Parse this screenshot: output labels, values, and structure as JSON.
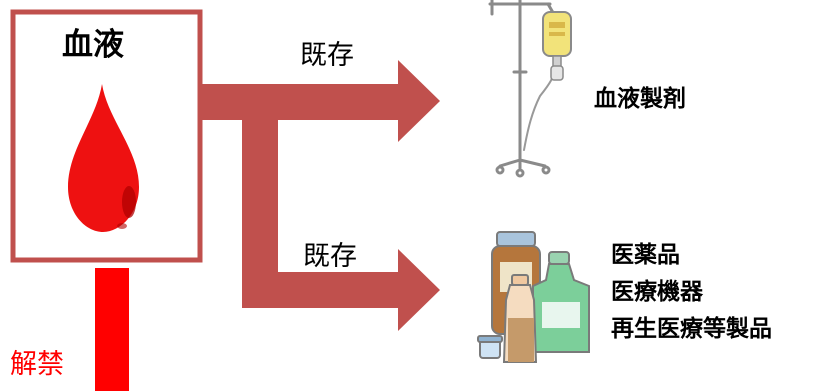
{
  "source_box": {
    "title": "血液"
  },
  "routes": [
    {
      "label": "既存",
      "target": [
        "血液製剤"
      ]
    },
    {
      "label": "既存",
      "target": [
        "医薬品",
        "医療機器",
        "再生医療等製品"
      ]
    }
  ],
  "lift_label": "解禁",
  "colors": {
    "box_border": "#c0504d",
    "arrow": "#c0504d",
    "blood_drop": "#ee1111",
    "red_bar": "#ff0000",
    "lift_text": "#ff0000",
    "iv_bag": "#f2e37a",
    "bottle_brown": "#b5763c",
    "bottle_green": "#7ccf9a"
  },
  "icons": {
    "upper_target": "iv-drip-stand-icon",
    "lower_target": "medicine-bottles-icon",
    "source": "blood-drop-icon"
  }
}
